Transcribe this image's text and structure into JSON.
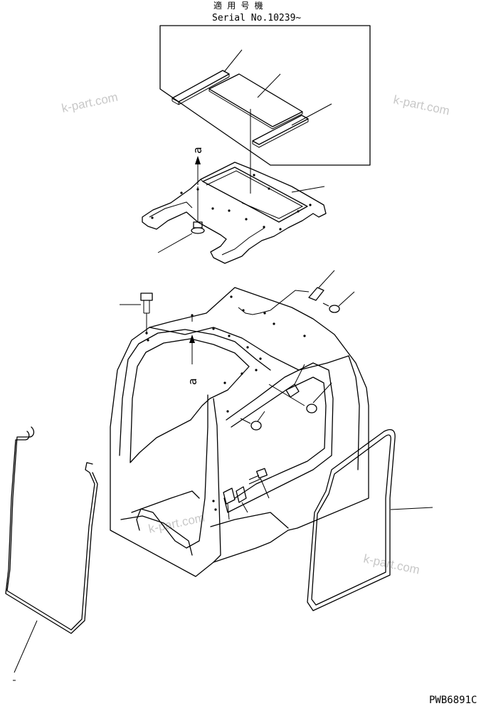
{
  "header": {
    "title_jp": "適 用 号 機",
    "serial": "Serial No.10239~"
  },
  "callouts": {
    "arrow_top": "a",
    "arrow_bottom": "a"
  },
  "footer": {
    "drawing_code": "PWB6891C"
  },
  "watermarks": [
    "k-part.com",
    "k-part.com",
    "k-part.com",
    "k-part.com"
  ],
  "colors": {
    "line": "#000000",
    "background": "#ffffff",
    "watermark": "#c8c8c8"
  }
}
